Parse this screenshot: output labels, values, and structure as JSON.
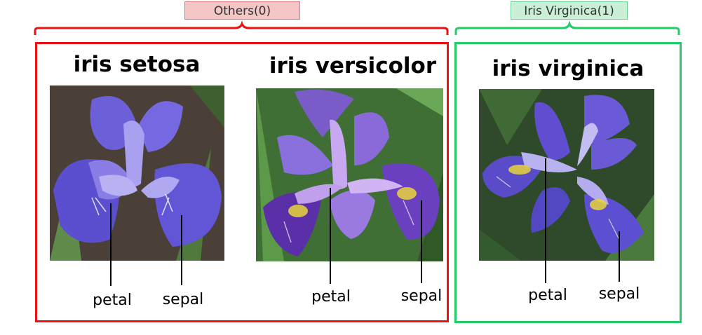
{
  "groups": {
    "others": {
      "tag": "Others(0)",
      "color": "#ee1111",
      "tag_fill": "#f4c6c6",
      "flowers": [
        {
          "title": "iris setosa",
          "labels": {
            "petal": "petal",
            "sepal": "sepal"
          }
        },
        {
          "title": "iris versicolor",
          "labels": {
            "petal": "petal",
            "sepal": "sepal"
          }
        }
      ]
    },
    "virginica": {
      "tag": "Iris Virginica(1)",
      "color": "#22cc66",
      "tag_fill": "#c9efd6",
      "flowers": [
        {
          "title": "iris virginica",
          "labels": {
            "petal": "petal",
            "sepal": "sepal"
          }
        }
      ]
    }
  },
  "colors": {
    "petal": "#7c6fe0",
    "petal_light": "#b9b2f2",
    "sepal": "#5b4fd0",
    "vein": "#ffffff",
    "yellow": "#e8d43a",
    "leaf": "#3f7a3a",
    "background_dark": "#2f4a2c"
  }
}
